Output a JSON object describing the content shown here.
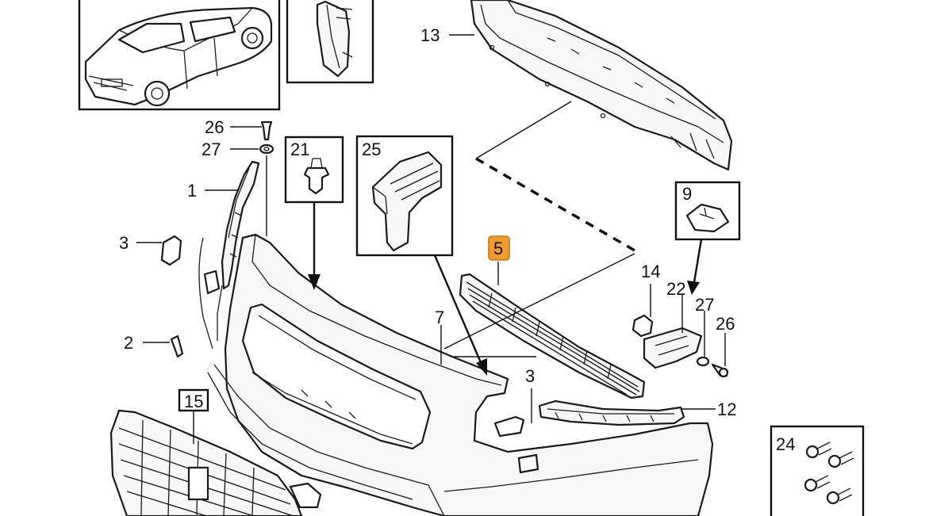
{
  "callouts": {
    "p1": "1",
    "p2": "2",
    "p3a": "3",
    "p3b": "3",
    "p5": "5",
    "p7": "7",
    "p9": "9",
    "p12": "12",
    "p13": "13",
    "p14": "14",
    "p15": "15",
    "p21": "21",
    "p22": "22",
    "p24": "24",
    "p25": "25",
    "p26a": "26",
    "p26b": "26",
    "p27a": "27",
    "p27b": "27"
  },
  "colors": {
    "highlight_fill": "#f29a2e",
    "highlight_border": "#c8761a",
    "ink": "#111111"
  },
  "highlighted_part": "5"
}
